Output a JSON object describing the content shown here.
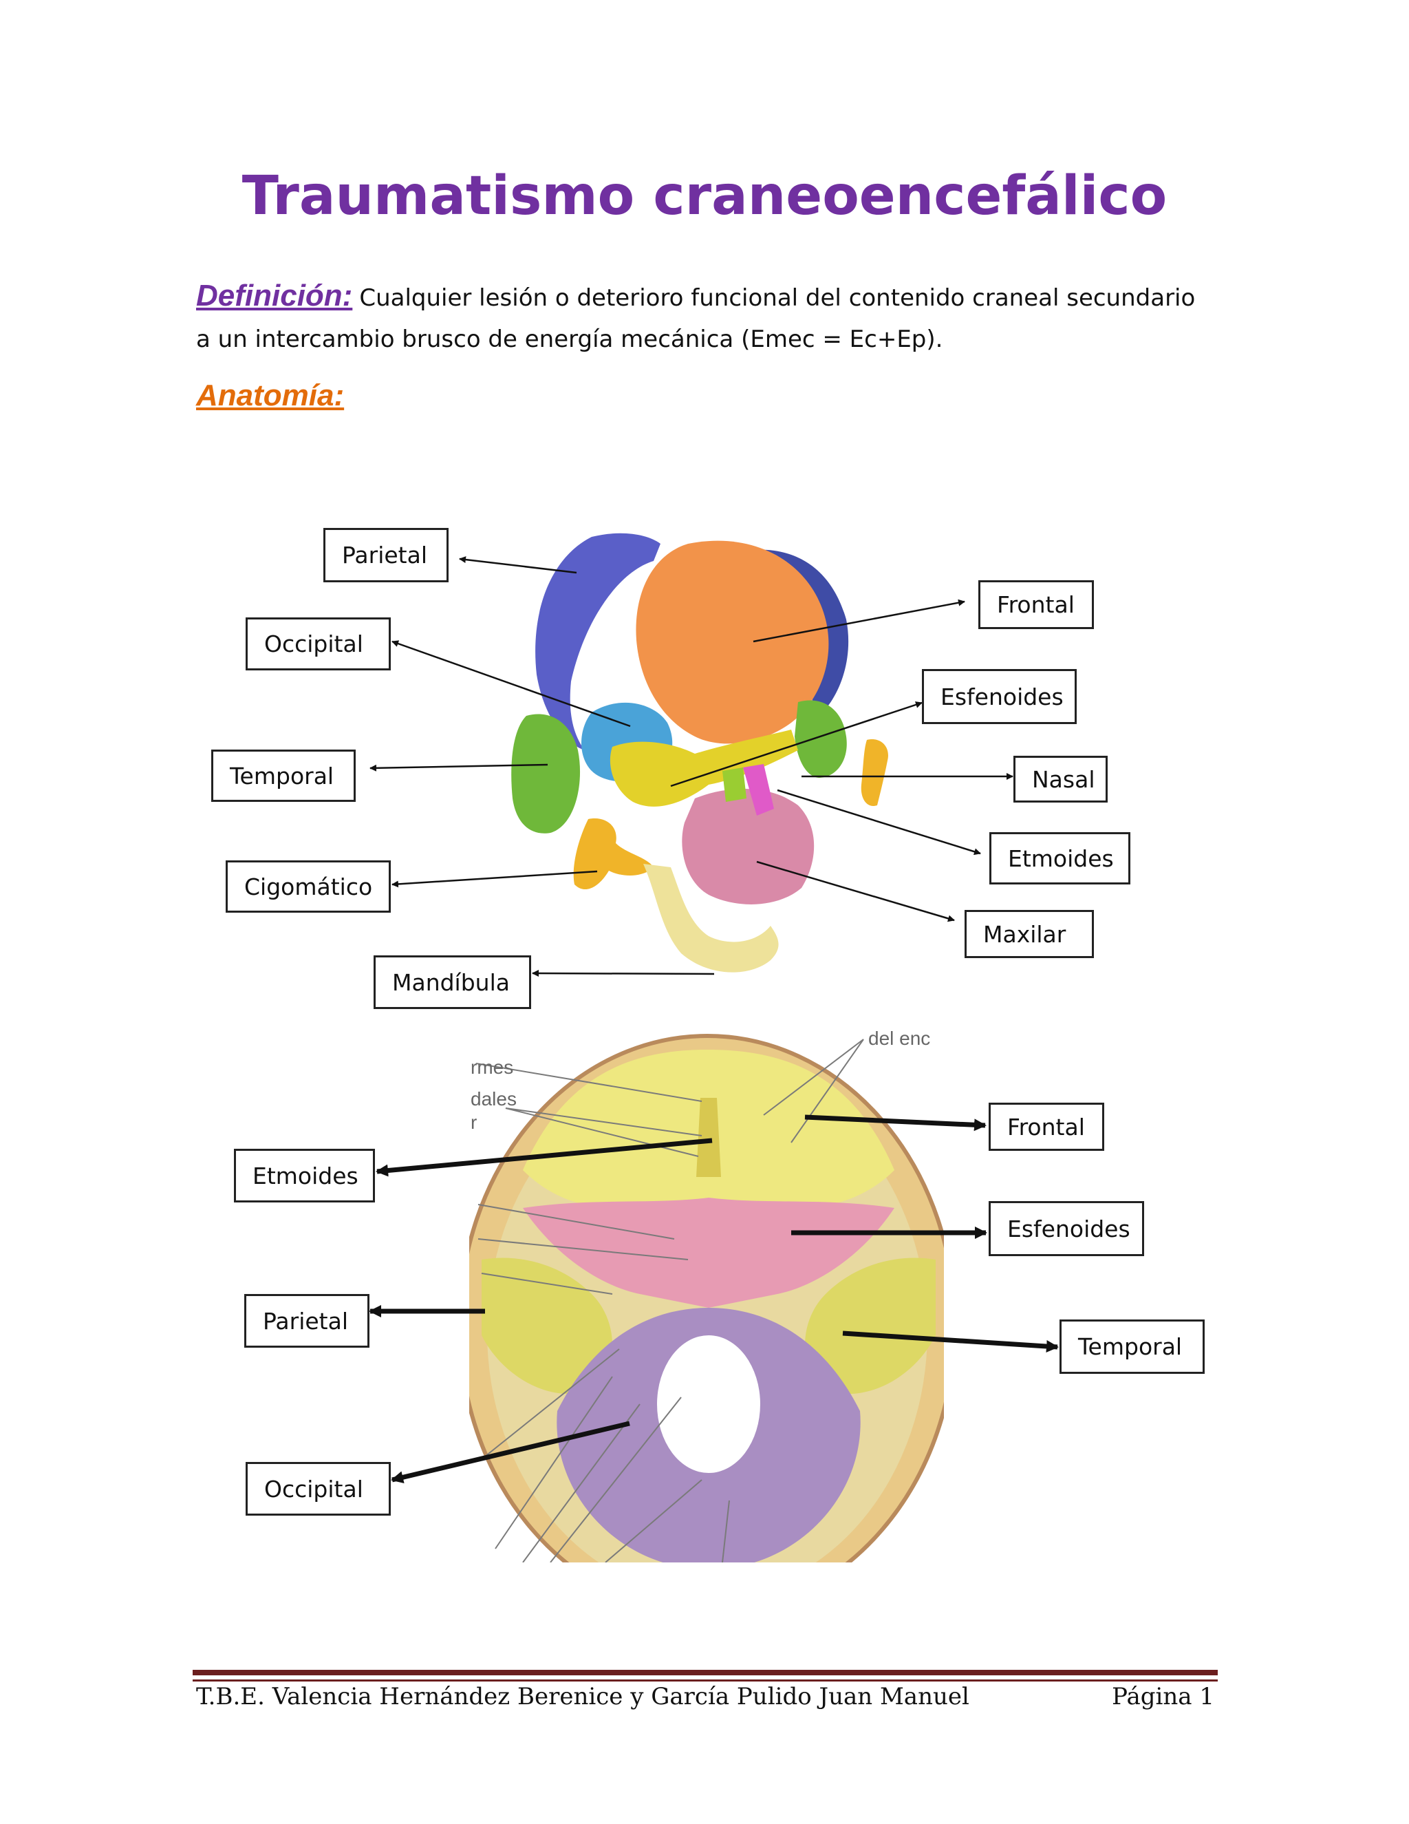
{
  "title": "Traumatismo craneoencefálico",
  "definition": {
    "label": "Definición:",
    "text": "Cualquier lesión o deterioro funcional del contenido craneal secundario a un intercambio brusco de energía mecánica (Emec = Ec+Ep)."
  },
  "anatomy_heading": "Anatomía:",
  "figure1": {
    "labels": {
      "parietal": "Parietal",
      "occipital": "Occipital",
      "temporal": "Temporal",
      "cigomatico": "Cigomático",
      "mandibula": "Mandíbula",
      "frontal": "Frontal",
      "esfenoides": "Esfenoides",
      "nasal": "Nasal",
      "etmoides": "Etmoides",
      "maxilar": "Maxilar"
    }
  },
  "figure2": {
    "labels": {
      "etmoides": "Etmoides",
      "parietal": "Parietal",
      "occipital": "Occipital",
      "frontal": "Frontal",
      "esfenoides": "Esfenoides",
      "temporal": "Temporal"
    },
    "fragments": [
      "rmes",
      "dales",
      "r",
      "del enc"
    ]
  },
  "footer": {
    "left": "T.B.E.  Valencia Hernández Berenice y García Pulido Juan Manuel",
    "right": "Página 1"
  },
  "colors": {
    "title": "#7030a0",
    "anatomy": "#e36c0a",
    "parietal": "#5a5fc8",
    "frontal": "#f2934a",
    "occipital": "#4aa3d8",
    "temporal": "#6fb83a",
    "esfenoides": "#e3d12a",
    "maxilar": "#d98aa8",
    "mandibula": "#eee29a",
    "cigomatico": "#f0b429",
    "nasal": "#e05ac8"
  }
}
